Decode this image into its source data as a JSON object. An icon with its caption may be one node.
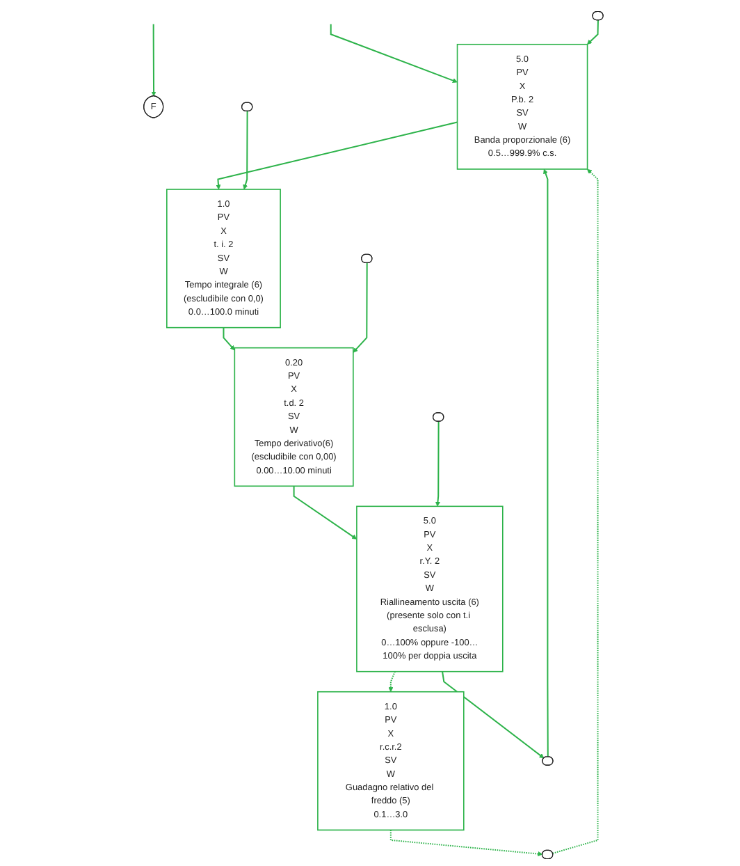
{
  "diagram": {
    "nodes": [
      {
        "text": [
          "F"
        ]
      },
      {
        "text": [],
        "shape": "button"
      },
      {
        "text": [
          "5.0",
          "PV",
          "X",
          "P.b. 2",
          "SV",
          "W",
          "Banda proporzionale (6)",
          "0.5…999.9% c.s."
        ]
      },
      {
        "text": [],
        "shape": "button"
      },
      {
        "text": [
          "1.0",
          "PV",
          "X",
          "t. i. 2",
          "SV",
          "W",
          "Tempo integrale (6)",
          "(escludibile con 0,0)",
          "0.0…100.0 minuti"
        ]
      },
      {
        "text": [],
        "shape": "button"
      },
      {
        "text": [
          "0.20",
          "PV",
          "X",
          "t.d. 2",
          "SV",
          "W",
          "Tempo derivativo(6)",
          "(escludibile con 0,00)",
          "0.00…10.00 minuti"
        ]
      },
      {
        "text": [],
        "shape": "button"
      },
      {
        "text": [
          "5.0",
          "PV",
          "X",
          "r.Y. 2",
          "SV",
          "W",
          "Riallineamento uscita (6)",
          "(presente solo con t.i esclusa)",
          "0…100% oppure -100…100% per doppia uscita"
        ]
      },
      {
        "text": [],
        "shape": "button"
      },
      {
        "text": [
          "1.0",
          "PV",
          "X",
          "r.c.r.2",
          "SV",
          "W",
          "Guadagno relativo del freddo (5)",
          "0.1…3.0"
        ]
      },
      {
        "text": [],
        "shape": "button"
      }
    ],
    "edges": [
      {
        "from": null,
        "to": 0,
        "arrow": "to"
      },
      {
        "from": null,
        "to": 2,
        "arrow": "to"
      },
      {
        "from": 1,
        "to": 2,
        "arrow": "to"
      },
      {
        "from": 9,
        "to": 2,
        "arrow": "to"
      },
      {
        "from": 2,
        "to": 4,
        "arrow": "to"
      },
      {
        "from": 3,
        "to": 4,
        "arrow": "to"
      },
      {
        "from": 4,
        "to": 6,
        "arrow": "to"
      },
      {
        "from": 5,
        "to": 6,
        "arrow": "to"
      },
      {
        "from": 6,
        "to": 8,
        "arrow": "to"
      },
      {
        "from": 7,
        "to": 8,
        "arrow": "to"
      },
      {
        "from": 8,
        "to": 9,
        "arrow": "to"
      },
      {
        "from": 8,
        "to": 10,
        "arrow": "to",
        "style": "dashed"
      },
      {
        "from": 10,
        "to": 11,
        "arrow": "to",
        "style": "dashed"
      },
      {
        "from": 11,
        "to": 2,
        "arrow": "to",
        "style": "dashed"
      }
    ]
  }
}
